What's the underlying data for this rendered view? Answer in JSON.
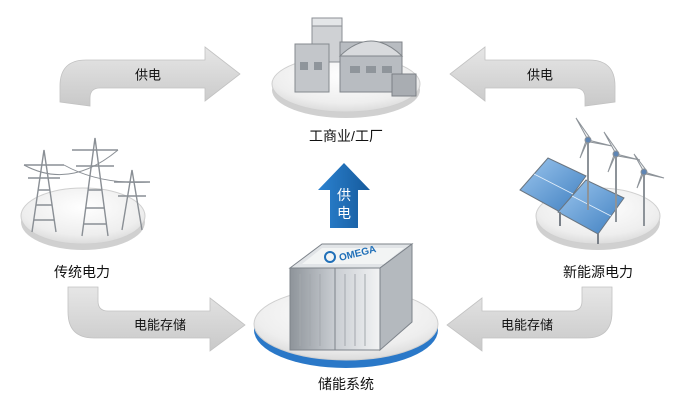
{
  "nodes": {
    "factory": {
      "label": "工商业/工厂"
    },
    "grid": {
      "label": "传统电力"
    },
    "renewable": {
      "label": "新能源电力"
    },
    "storage": {
      "label": "储能系统"
    }
  },
  "arrows": {
    "top_left": {
      "label": "供电"
    },
    "top_right": {
      "label": "供电"
    },
    "bottom_left": {
      "label": "电能存储"
    },
    "bottom_right": {
      "label": "电能存储"
    },
    "center_up": {
      "label_line1": "供",
      "label_line2": "电",
      "color": "#1f6fb8"
    }
  },
  "container_brand": "OMEGA",
  "colors": {
    "arrow_gray": "#d8d8d8",
    "platform_blue": "#2a78c8",
    "platform_gray": "#e8e8e8"
  }
}
